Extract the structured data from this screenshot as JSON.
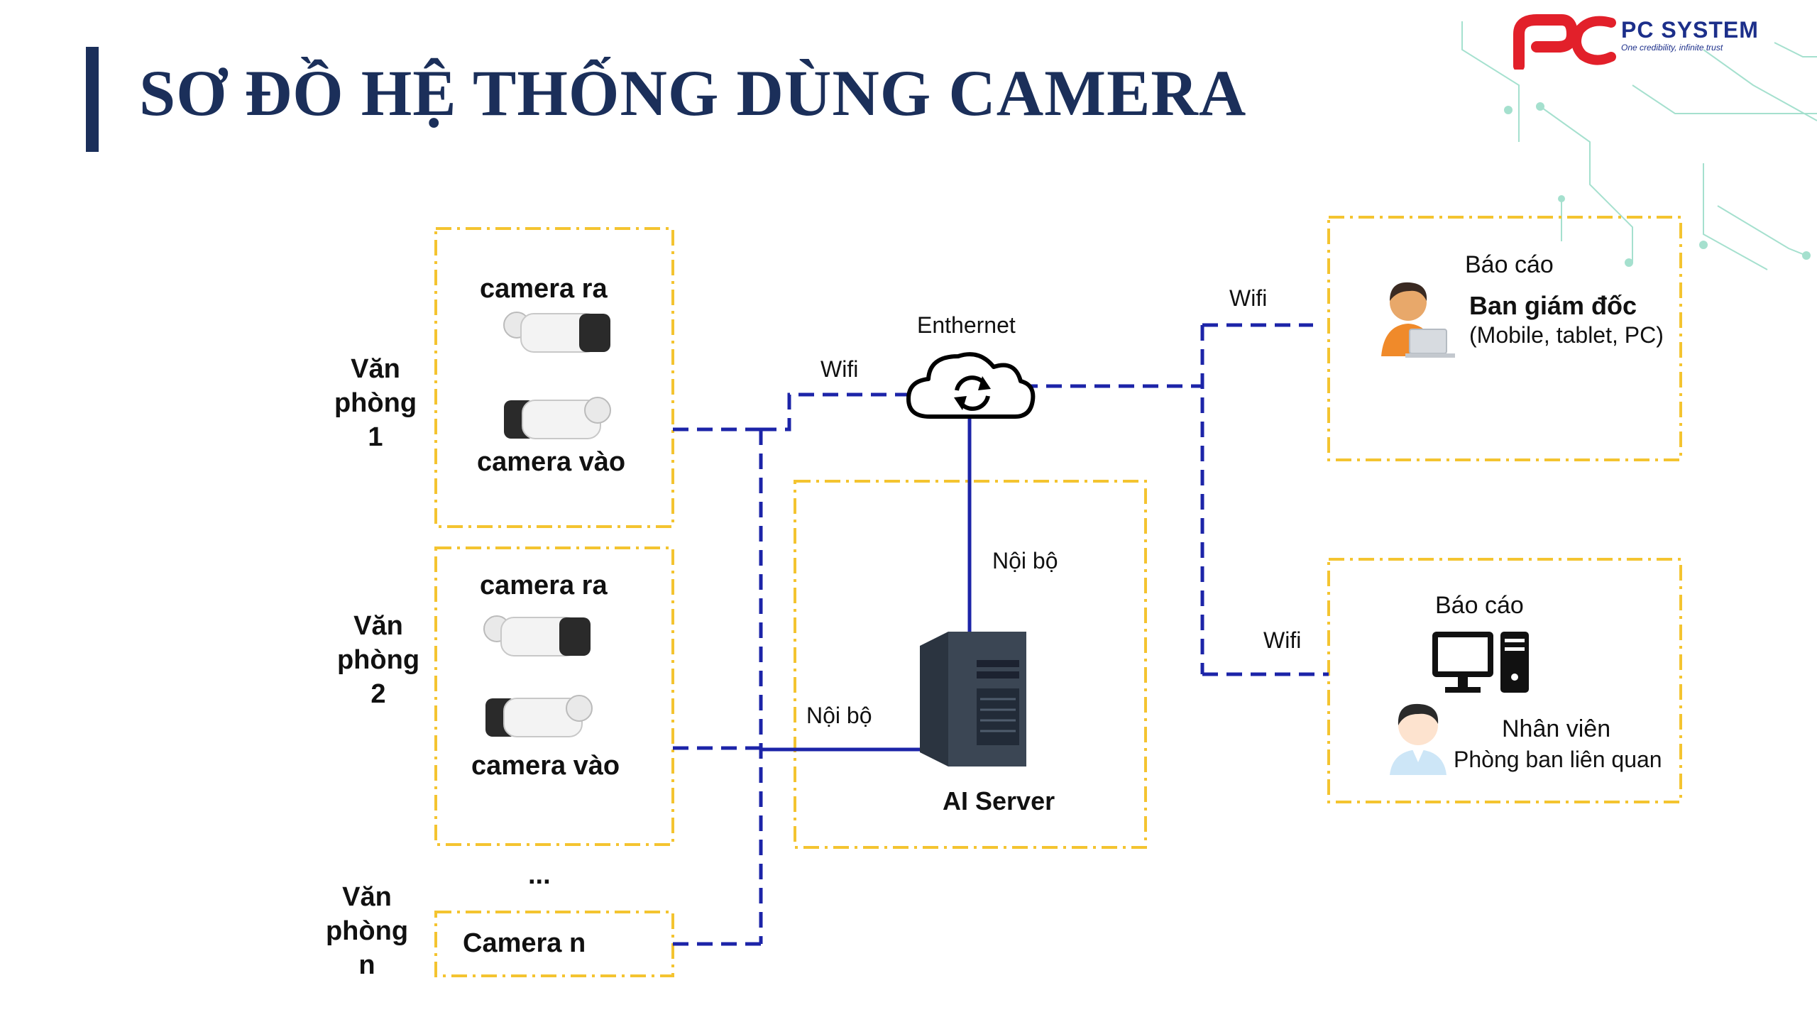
{
  "title": "SƠ ĐỒ HỆ THỐNG DÙNG CAMERA",
  "logo": {
    "name": "PC SYSTEM",
    "tagline": "One credibility, infinite trust",
    "brand_color": "#e2202a"
  },
  "colors": {
    "title": "#1b2f5a",
    "dashed_box": "#f4c430",
    "network_line": "#1c24a8",
    "logo_text": "#1c2f8a"
  },
  "offices": [
    {
      "label_line1": "Văn",
      "label_line2": "phòng",
      "label_line3": "1",
      "camera_out": "camera ra",
      "camera_in": "camera vào"
    },
    {
      "label_line1": "Văn",
      "label_line2": "phòng",
      "label_line3": "2",
      "camera_out": "camera ra",
      "camera_in": "camera vào"
    },
    {
      "label_line1": "Văn",
      "label_line2": "phòng",
      "label_line3": "n",
      "camera": "Camera n"
    }
  ],
  "ellipsis": "...",
  "network": {
    "ethernet_label": "Enthernet",
    "wifi_left": "Wifi",
    "wifi_top_right": "Wifi",
    "wifi_bottom_right": "Wifi",
    "internal_top": "Nội bộ",
    "internal_left": "Nội bộ",
    "server_label": "AI Server"
  },
  "reports": [
    {
      "heading": "Báo cáo",
      "role": "Ban giám đốc",
      "devices": "(Mobile, tablet, PC)"
    },
    {
      "heading": "Báo cáo",
      "role": "Nhân viên",
      "department": "Phòng ban liên quan"
    }
  ],
  "icons": [
    "cloud-sync-icon",
    "server-icon",
    "desktop-computer-icon",
    "manager-laptop-icon",
    "employee-icon",
    "bullet-camera-icon"
  ]
}
